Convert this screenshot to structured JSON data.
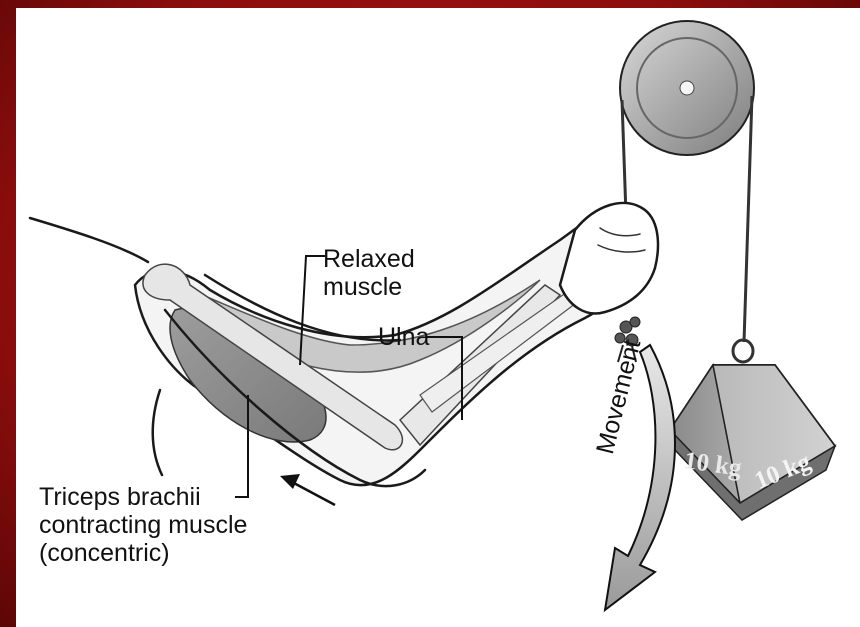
{
  "labels": {
    "relaxed_line1": "Relaxed",
    "relaxed_line2": "muscle",
    "ulna": "Ulna",
    "triceps_line1": "Triceps brachii",
    "triceps_line2": "contracting muscle",
    "triceps_line3": "(concentric)",
    "movement": "Movement"
  },
  "weight": {
    "face_left": "10 kg",
    "face_right": "10 kg"
  },
  "colors": {
    "frame": "#8e0f0f",
    "panel": "#ffffff",
    "ink": "#111111"
  }
}
